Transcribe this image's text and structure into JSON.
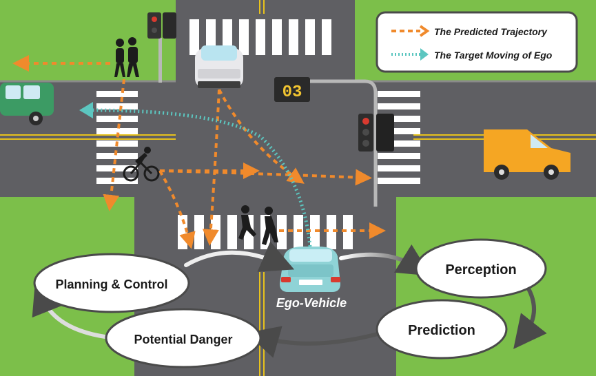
{
  "legend": {
    "predicted_label": "The Predicted Trajectory",
    "target_label": "The Target Moving of Ego"
  },
  "countdown": {
    "value": "03"
  },
  "ego_label": "Ego-Vehicle",
  "cycle": {
    "perception": "Perception",
    "prediction": "Prediction",
    "danger": "Potential Danger",
    "planning": "Planning & Control"
  },
  "colors": {
    "grass": "#7cbf4a",
    "road": "#5f5f63",
    "predicted_arrow": "#f08a2c",
    "target_arrow": "#5cc6c0",
    "ego_car": "#8fd3d6"
  },
  "icons": [
    "pedestrian-pair-icon",
    "cyclist-icon",
    "running-pedestrians-icon",
    "traffic-light-icon",
    "van-icon",
    "suv-icon",
    "white-car-icon",
    "ego-car-icon"
  ]
}
